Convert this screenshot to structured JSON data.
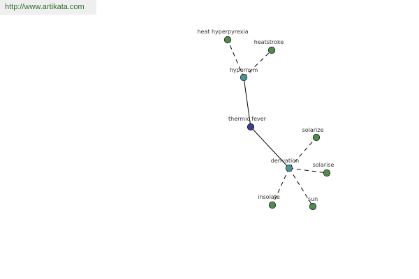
{
  "header": {
    "url": "http://www.artikata.com"
  },
  "graph": {
    "colors": {
      "root": "#3a3f8f",
      "relation": "#4f9494",
      "leaf": "#4f8a4f",
      "edge": "#000000"
    },
    "nodes": [
      {
        "id": "thermic-fever",
        "label": "thermic fever",
        "kind": "root"
      },
      {
        "id": "hypernym",
        "label": "hypernym",
        "kind": "relation"
      },
      {
        "id": "derivation",
        "label": "derivation",
        "kind": "relation"
      },
      {
        "id": "heat-hyperpyrexia",
        "label": "heat hyperpyrexia",
        "kind": "leaf"
      },
      {
        "id": "heatstroke",
        "label": "heatstroke",
        "kind": "leaf"
      },
      {
        "id": "solarize",
        "label": "solarize",
        "kind": "leaf"
      },
      {
        "id": "solarise",
        "label": "solarise",
        "kind": "leaf"
      },
      {
        "id": "insolate",
        "label": "insolate",
        "kind": "leaf"
      },
      {
        "id": "sun",
        "label": "sun",
        "kind": "leaf"
      }
    ],
    "edges": [
      {
        "from": "thermic-fever",
        "to": "hypernym",
        "style": "solid"
      },
      {
        "from": "thermic-fever",
        "to": "derivation",
        "style": "solid"
      },
      {
        "from": "hypernym",
        "to": "heat-hyperpyrexia",
        "style": "dashed"
      },
      {
        "from": "hypernym",
        "to": "heatstroke",
        "style": "dashed"
      },
      {
        "from": "derivation",
        "to": "solarize",
        "style": "dashed"
      },
      {
        "from": "derivation",
        "to": "solarise",
        "style": "dashed"
      },
      {
        "from": "derivation",
        "to": "insolate",
        "style": "dashed"
      },
      {
        "from": "derivation",
        "to": "sun",
        "style": "dashed"
      }
    ]
  }
}
